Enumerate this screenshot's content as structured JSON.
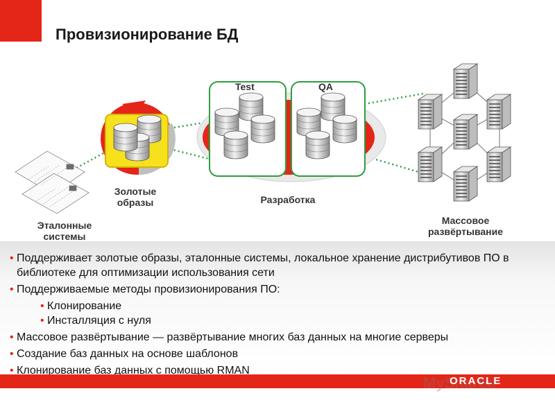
{
  "title": "Провизионирование БД",
  "labels": {
    "reference_systems": "Эталонные\nсистемы",
    "golden_images": "Золотые\nобразы",
    "test": "Test",
    "qa": "QA",
    "development": "Разработка",
    "mass_deployment": "Массовое\nразвёртывание"
  },
  "bullets": [
    "Поддерживает золотые образы, эталонные системы, локальное хранение дистрибутивов ПО в библиотеке для оптимизации использования сети",
    "Поддерживаемые методы провизионирования ПО:",
    "Клонирование",
    "Инсталляция с нуля",
    "Массовое развёртывание — развёртывание многих баз данных на многие серверы",
    "Создание баз данных на основе шаблонов",
    "Клонирование баз данных с помощью RMAN"
  ],
  "footer": {
    "logo": "ORACLE",
    "watermark": "MyShared"
  },
  "colors": {
    "accent": "#e42618",
    "green": "#2e9e3e",
    "yellow": "#f6e11d"
  }
}
